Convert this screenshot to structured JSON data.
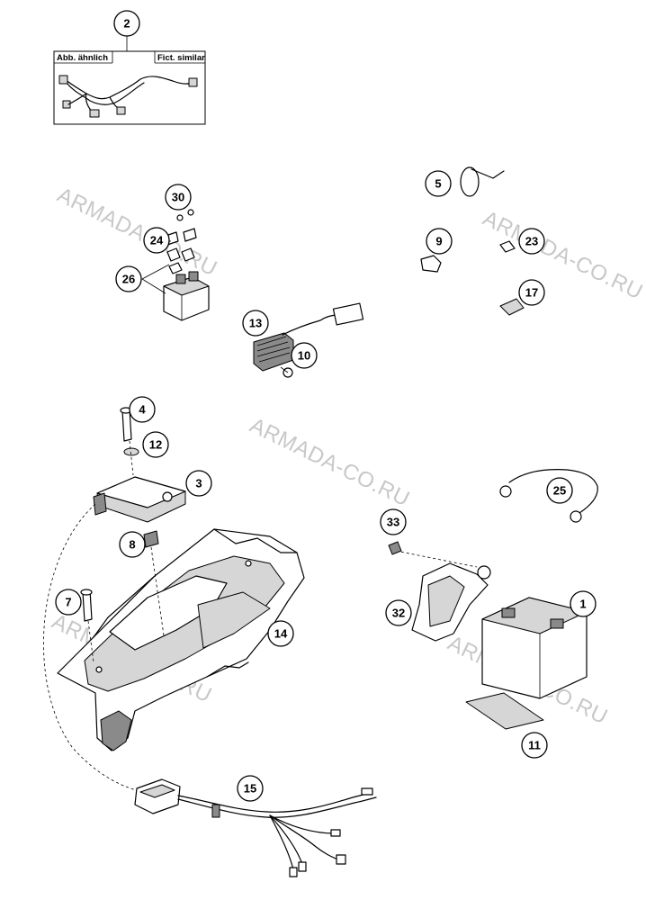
{
  "inset": {
    "label_left": "Abb. ähnlich",
    "label_right": "Fict. similar"
  },
  "watermark": "ARMADA-CO.RU",
  "callouts": {
    "p1": "1",
    "p2": "2",
    "p3": "3",
    "p4": "4",
    "p5": "5",
    "p7": "7",
    "p8": "8",
    "p9": "9",
    "p10": "10",
    "p11": "11",
    "p12": "12",
    "p13": "13",
    "p14": "14",
    "p15": "15",
    "p17": "17",
    "p23": "23",
    "p24": "24",
    "p25": "25",
    "p26": "26",
    "p30": "30",
    "p32": "32",
    "p33": "33"
  }
}
